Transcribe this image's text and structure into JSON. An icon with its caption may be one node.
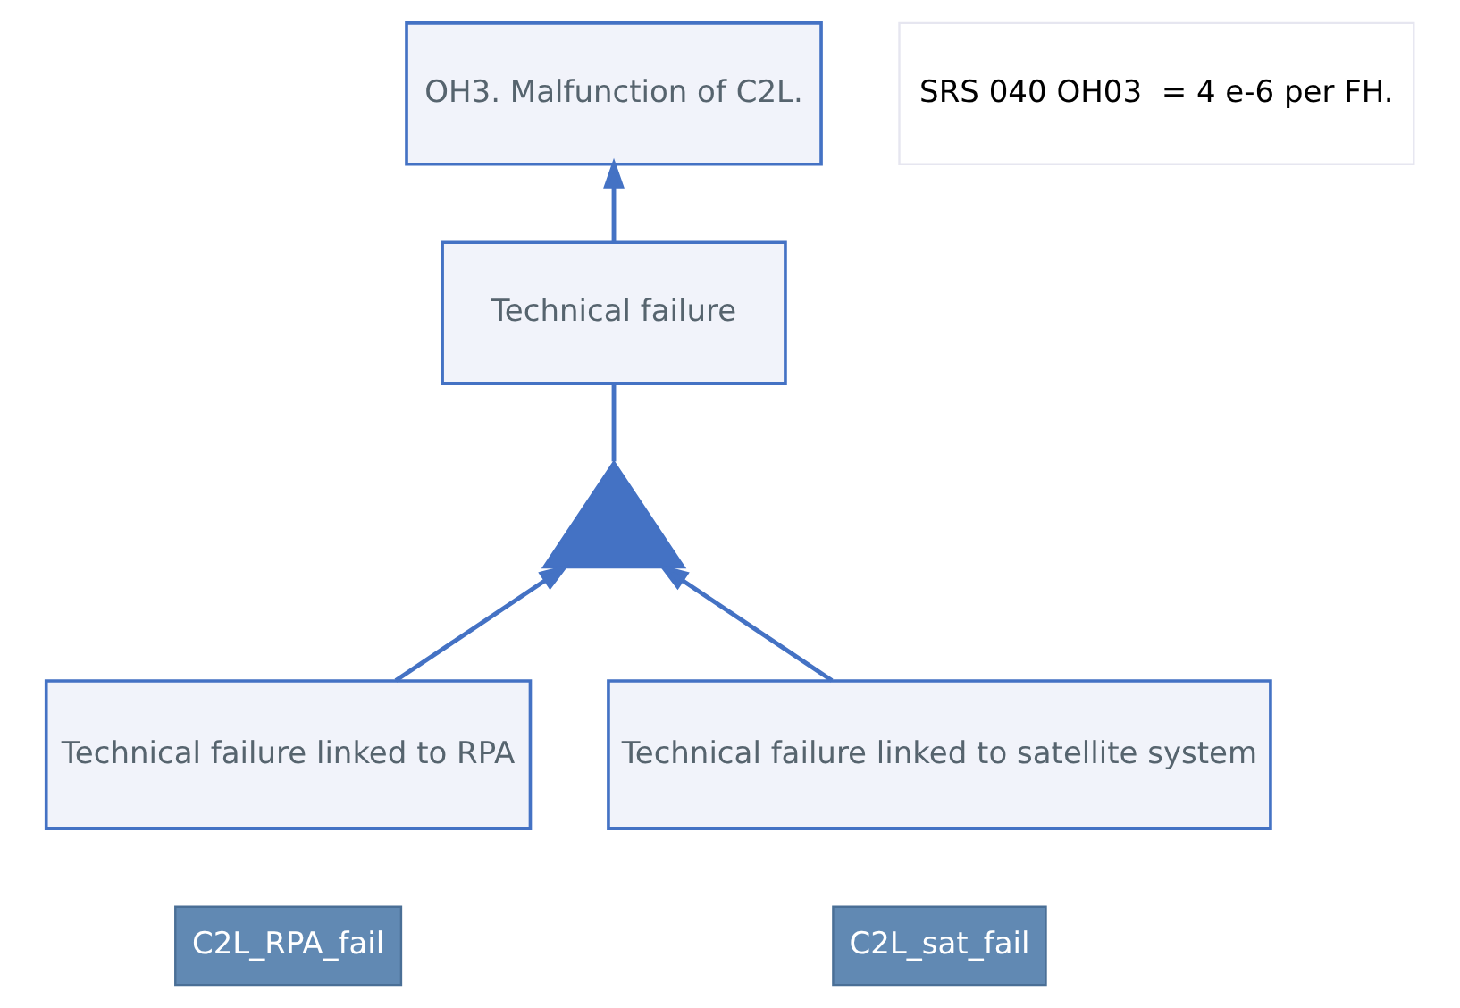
{
  "diagram": {
    "nodes": [
      {
        "text": [
          "OH3. Malfunction of C2L."
        ]
      },
      {
        "text": [
          "SRS 040 OH03  = 4 e-6 per FH."
        ]
      },
      {
        "text": [
          "Technical failure"
        ]
      },
      {
        "text": [],
        "shape": "gate"
      },
      {
        "text": [
          "Technical failure linked to RPA"
        ]
      },
      {
        "text": [
          "Technical failure linked to satellite system"
        ]
      },
      {
        "text": [
          "C2L_RPA_fail"
        ]
      },
      {
        "text": [
          "C2L_sat_fail"
        ]
      }
    ],
    "edges": [
      {
        "from": 2,
        "to": 0,
        "arrow": "to"
      },
      {
        "from": 3,
        "to": 2,
        "arrow": "none"
      },
      {
        "from": 4,
        "to": 3,
        "arrow": "to"
      },
      {
        "from": 5,
        "to": 3,
        "arrow": "to"
      }
    ]
  }
}
